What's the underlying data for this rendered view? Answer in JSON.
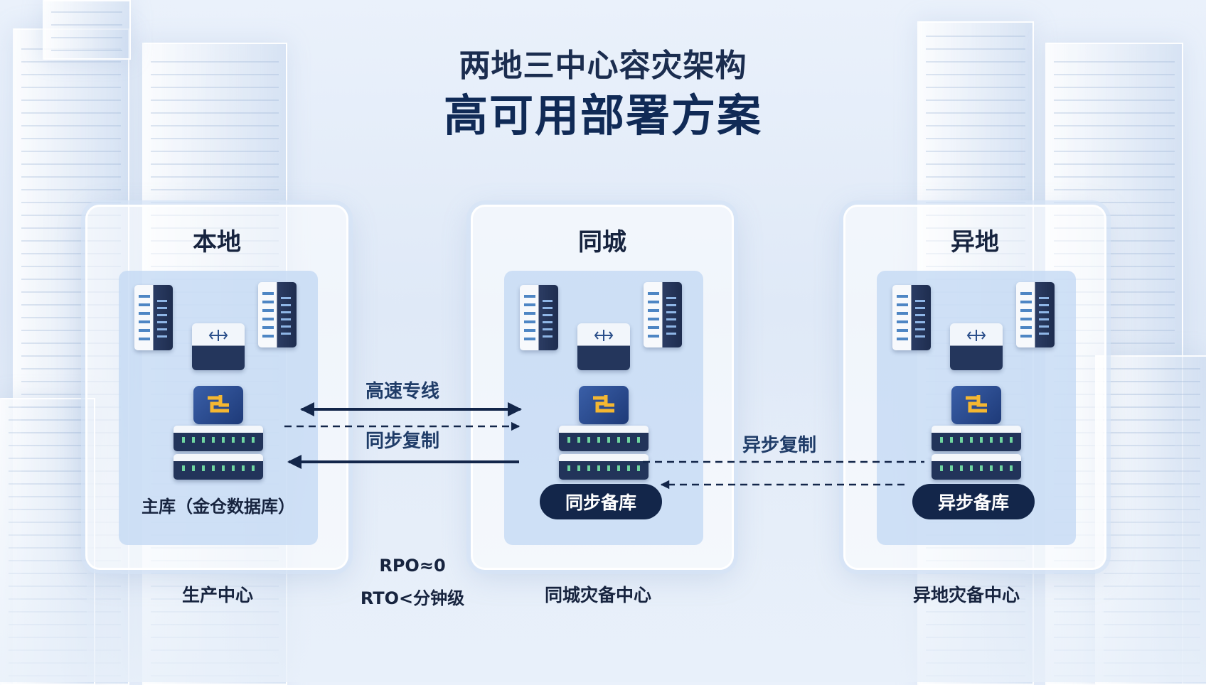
{
  "title": {
    "line1": "两地三中心容灾架构",
    "line2": "高可用部署方案"
  },
  "centers": [
    {
      "header": "本地",
      "db_label": "主库（金仓数据库）",
      "caption": "生产中心"
    },
    {
      "header": "同城",
      "db_label": "同步备库",
      "caption": "同城灾备中心"
    },
    {
      "header": "异地",
      "db_label": "异步备库",
      "caption": "异地灾备中心"
    }
  ],
  "links": {
    "dedicated_line": "高速专线",
    "sync_replication": "同步复制",
    "async_replication": "异步复制"
  },
  "metrics": {
    "rpo": "RPO≈0",
    "rto": "RTO<分钟级"
  },
  "colors": {
    "navy": "#13264a",
    "panel_inner": "#c4daf4",
    "accent_gold": "#f5b731"
  },
  "icons": [
    "rack-server-icon",
    "network-switch-icon",
    "database-server-icon",
    "kingbase-logo-icon"
  ]
}
